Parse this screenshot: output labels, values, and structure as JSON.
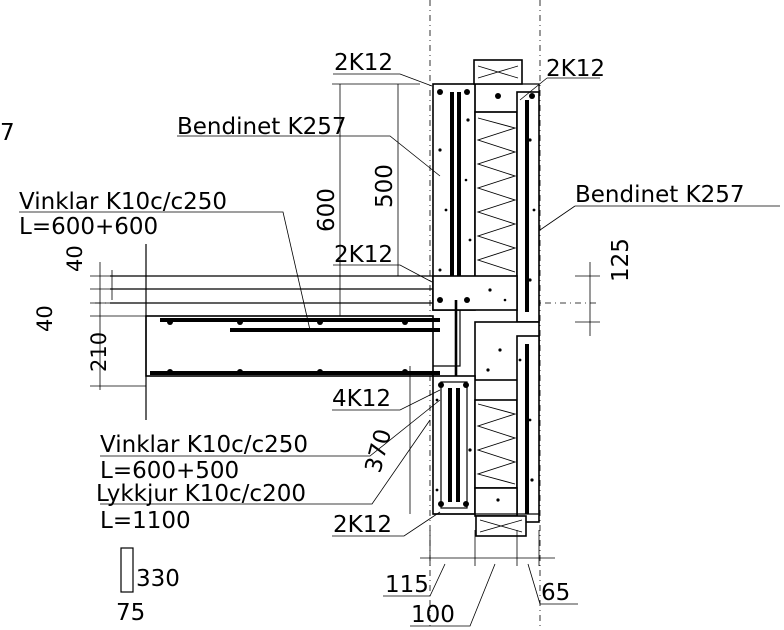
{
  "labels": {
    "top_left_fragment": "7",
    "rebar_2k12_top_left": "2K12",
    "rebar_2k12_top_right": "2K12",
    "bendinet_left": "Bendinet K257",
    "bendinet_right": "Bendinet K257",
    "vinklar_top_line1": "Vinklar K10c/c250",
    "vinklar_top_line2": "L=600+600",
    "dim_600": "600",
    "dim_500": "500",
    "rebar_2k12_mid": "2K12",
    "dim_125": "125",
    "dim_40_a": "40",
    "dim_40_b": "40",
    "dim_210": "210",
    "rebar_4k12": "4K12",
    "dim_370": "370",
    "vinklar_bottom_line1": "Vinklar K10c/c250",
    "vinklar_bottom_line2": "L=600+500",
    "lykkjur_line1": "Lykkjur K10c/c200",
    "lykkjur_line2": "L=1100",
    "rebar_2k12_bottom": "2K12",
    "dim_330": "330",
    "dim_75": "75",
    "dim_115": "115",
    "dim_100": "100",
    "dim_65": "65"
  }
}
